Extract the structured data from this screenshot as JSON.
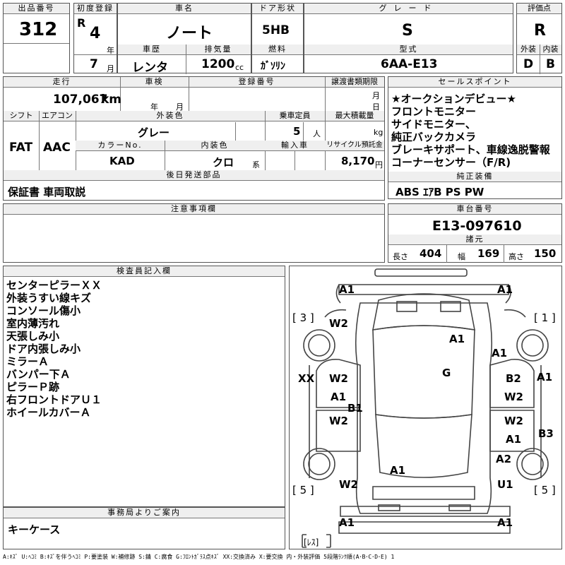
{
  "header": {
    "lot_label": "出品番号",
    "lot_value": "312",
    "first_reg_label": "初度登録",
    "era": "R",
    "year_value": "4",
    "year_unit": "年",
    "month_value": "7",
    "month_unit": "月",
    "car_name_label": "車名",
    "car_name": "ノート",
    "history_label": "車歴",
    "history": "レンタ",
    "displacement_label": "排気量",
    "displacement": "1200",
    "displacement_unit": "cc",
    "door_label": "ドア形状",
    "door": "5HB",
    "fuel_label": "燃料",
    "fuel": "ｶﾞｿﾘﾝ",
    "grade_label": "グレード",
    "grade": "S",
    "model_label": "型式",
    "model": "6AA-E13",
    "score_label": "評価点",
    "score": "R",
    "exterior_label": "外装",
    "exterior": "D",
    "interior_label": "内装",
    "interior": "B"
  },
  "row2": {
    "mileage_label": "走行",
    "mileage": "107,067",
    "mileage_unit": "km",
    "inspection_label": "車検",
    "inspection_year_unit": "年",
    "inspection_month_unit": "月",
    "reg_no_label": "登録番号",
    "transfer_label": "譲渡書類期限",
    "transfer_month_unit": "月",
    "transfer_day_unit": "日",
    "shift_label": "シフト",
    "shift": "FAT",
    "ac_label": "エアコン",
    "ac": "AAC",
    "color_label": "外装色",
    "color": "グレー",
    "capacity_label": "乗車定員",
    "capacity": "5",
    "capacity_unit": "人",
    "load_label": "最大積載量",
    "load_unit": "kg",
    "color_no_label": "カラーNo.",
    "color_no": "KAD",
    "interior_color_label": "内装色",
    "interior_color": "クロ",
    "interior_color_unit": "系",
    "import_label": "輸入車",
    "recycle_label": "リサイクル預託金",
    "recycle": "8,170",
    "recycle_unit": "円",
    "deferred_label": "後日発送部品",
    "deferred": "保証書 車両取説"
  },
  "sales": {
    "label": "セールスポイント",
    "lines": [
      "★オークションデビュー★",
      "フロントモニター",
      "サイドモニター、",
      "純正バックカメラ",
      "ブレーキサポート、車線逸脱警報",
      "コーナーセンサー（F/R)"
    ]
  },
  "equipment": {
    "label": "純正装備",
    "value": "ABS ｴｱB PS PW"
  },
  "caution": {
    "label": "注意事項欄"
  },
  "chassis": {
    "label": "車台番号",
    "value": "E13-097610"
  },
  "spec": {
    "label": "諸元",
    "length_label": "長さ",
    "length": "404",
    "width_label": "幅",
    "width": "169",
    "height_label": "高さ",
    "height": "150"
  },
  "inspector": {
    "label": "検査員記入欄",
    "lines": [
      "センターピラーＸＸ",
      "外装うすい線キズ",
      "コンソール傷小",
      "室内薄汚れ",
      "天張しみ小",
      "ドア内張しみ小",
      "ミラーＡ",
      "バンパー下Ａ",
      "ピラーＰ跡",
      "右フロントドアＵ１",
      "ホイールカバーＡ"
    ]
  },
  "office": {
    "label": "事務局よりご案内",
    "value": "キーケース"
  },
  "diagram": {
    "marks": [
      "A1",
      "A1",
      "W2",
      "A1",
      "A1",
      "G",
      "XX",
      "W2",
      "A1",
      "B1",
      "W2",
      "B2",
      "W2",
      "A1",
      "W2",
      "A1",
      "B3",
      "A1",
      "A2",
      "W2",
      "U1",
      "A1",
      "A1"
    ],
    "tire_labels": [
      "[ 3 ]",
      "[ 1 ]",
      "[ 5 ]",
      "[ 5 ]"
    ],
    "spare_label": "[ﾚｽ]"
  },
  "legend": "A:ｷｽﾞ U:ﾍｺﾐ B:ｷｽﾞを伴うﾍｺﾐ P:要塗装 W:補修跡 S:錆 C:腐食 G:ﾌﾛﾝﾄｶﾞﾗｽ点ｷｽﾞ XX:交換済み X:要交換 内・外装評価 5段階ﾗﾝｸ順(A･B･C･D･E) 1"
}
